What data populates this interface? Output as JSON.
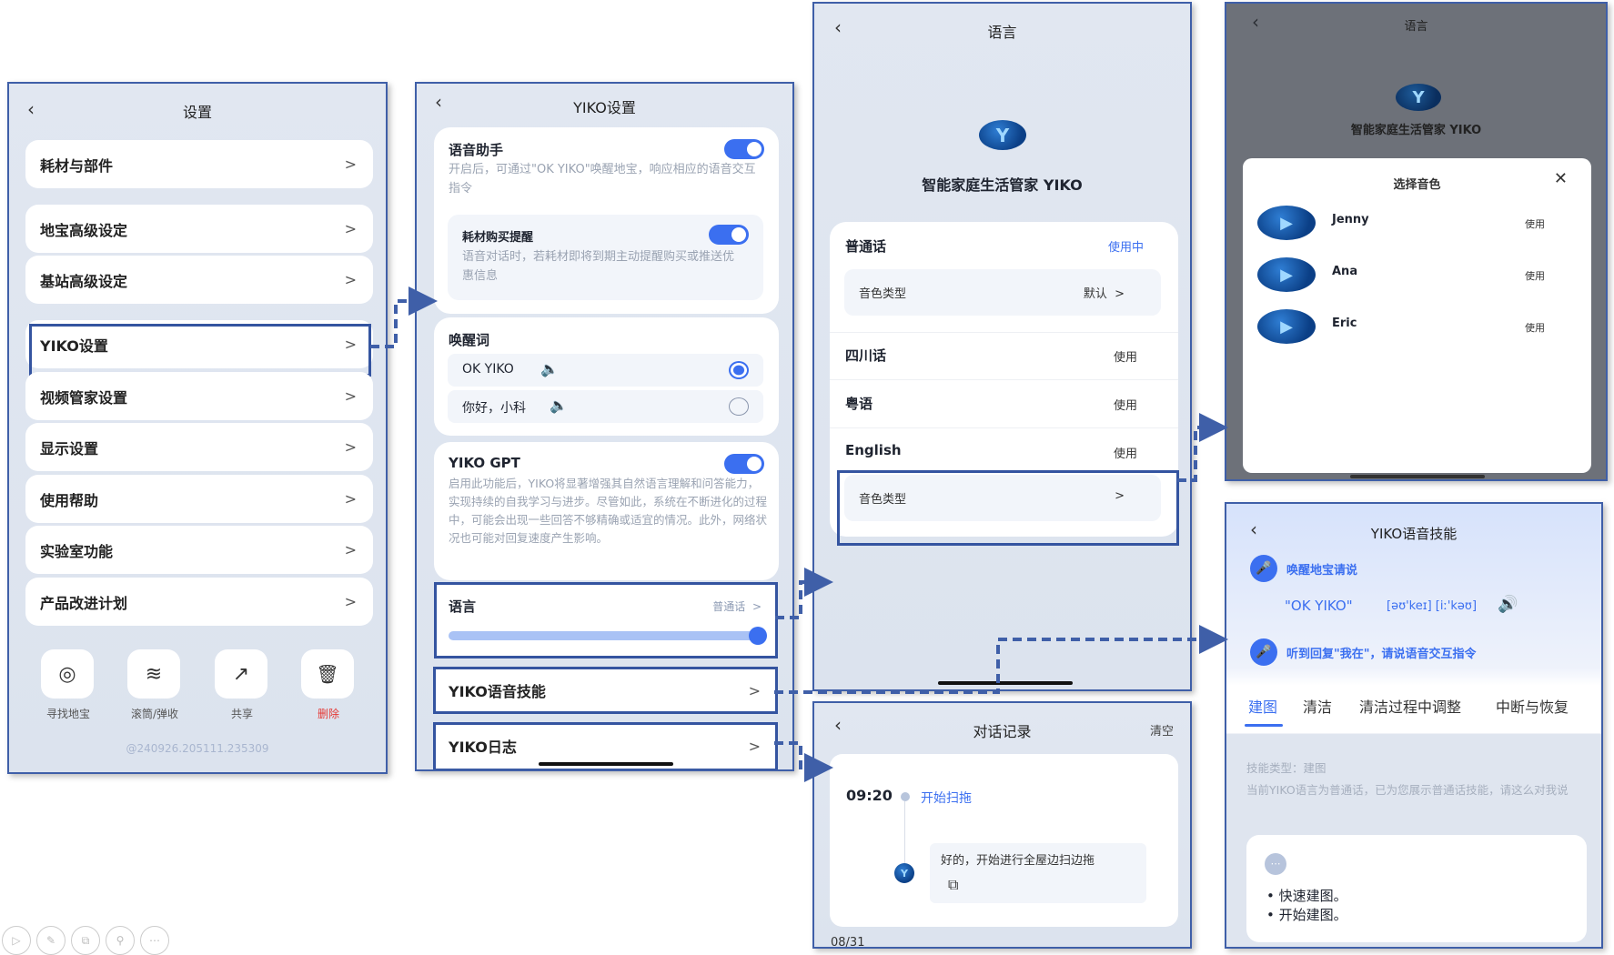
{
  "settings": {
    "title": "设置",
    "items": [
      "耗材与部件",
      "地宝高级设定",
      "基站高级设定",
      "YIKO设置",
      "视频管家设置",
      "显示设置",
      "使用帮助",
      "实验室功能",
      "产品改进计划"
    ],
    "actions": [
      {
        "label": "寻找地宝",
        "icon": "locate-icon"
      },
      {
        "label": "滚筒/弹收",
        "icon": "roller-icon"
      },
      {
        "label": "共享",
        "icon": "share-icon"
      },
      {
        "label": "删除",
        "icon": "trash-icon"
      }
    ],
    "version": "@240926.205111.235309",
    "delete_color": "#e53935"
  },
  "yiko": {
    "title": "YIKO设置",
    "voice_assistant": {
      "label": "语音助手",
      "desc": "开启后，可通过\"OK YIKO\"唤醒地宝，响应相应的语音交互指令",
      "on": true
    },
    "consumable_reminder": {
      "label": "耗材购买提醒",
      "desc": "语音对话时，若耗材即将到期主动提醒购买或推送优惠信息",
      "on": true
    },
    "wake_word": {
      "label": "唤醒词",
      "options": [
        {
          "label": "OK YIKO",
          "selected": true
        },
        {
          "label": "你好，小科",
          "selected": false
        }
      ]
    },
    "gpt": {
      "label": "YIKO GPT",
      "desc": "启用此功能后，YIKO将显著增强其自然语言理解和问答能力，实现持续的自我学习与进步。尽管如此，系统在不断进化的过程中，可能会出现一些回答不够精确或适宜的情况。此外，网络状况也可能对回复速度产生影响。",
      "on": true
    },
    "language": {
      "label": "语言",
      "value": "普通话",
      "slider": 1.0
    },
    "skills": "YIKO语音技能",
    "log": "YIKO日志"
  },
  "language": {
    "title": "语言",
    "brand": "智能家庭生活管家 YIKO",
    "rows": [
      {
        "name": "普通话",
        "status": "使用中"
      },
      {
        "name": "四川话",
        "status": "使用"
      },
      {
        "name": "粤语",
        "status": "使用"
      },
      {
        "name": "English",
        "status": "使用"
      }
    ],
    "voice_type": "音色类型",
    "voice_default": "默认"
  },
  "voice_modal": {
    "title": "选择音色",
    "voices": [
      {
        "name": "Jenny",
        "action": "使用"
      },
      {
        "name": "Ana",
        "action": "使用"
      },
      {
        "name": "Eric",
        "action": "使用"
      }
    ]
  },
  "skills": {
    "title": "YIKO语音技能",
    "wake_hint": "唤醒地宝请说",
    "wake_phrase": "\"OK YIKO\"",
    "phonetic": "[əʊ'keɪ] [iː'kəʊ]",
    "reply_hint": "听到回复\"我在\"，请说语音交互指令",
    "tabs": [
      "建图",
      "清洁",
      "清洁过程中调整",
      "中断与恢复"
    ],
    "skill_type": "技能类型：建图",
    "note": "当前YIKO语言为普通话，已为您展示普通话技能，请这么对我说",
    "examples": [
      "快速建图。",
      "开始建图。"
    ]
  },
  "dialog": {
    "title": "对话记录",
    "clear": "清空",
    "time": "09:20",
    "command": "开始扫拖",
    "reply": "好的，开始进行全屋边扫边拖",
    "next_date": "08/31"
  },
  "presenter_tools": [
    "play-icon",
    "pen-icon",
    "slides-icon",
    "zoom-icon",
    "more-icon"
  ]
}
